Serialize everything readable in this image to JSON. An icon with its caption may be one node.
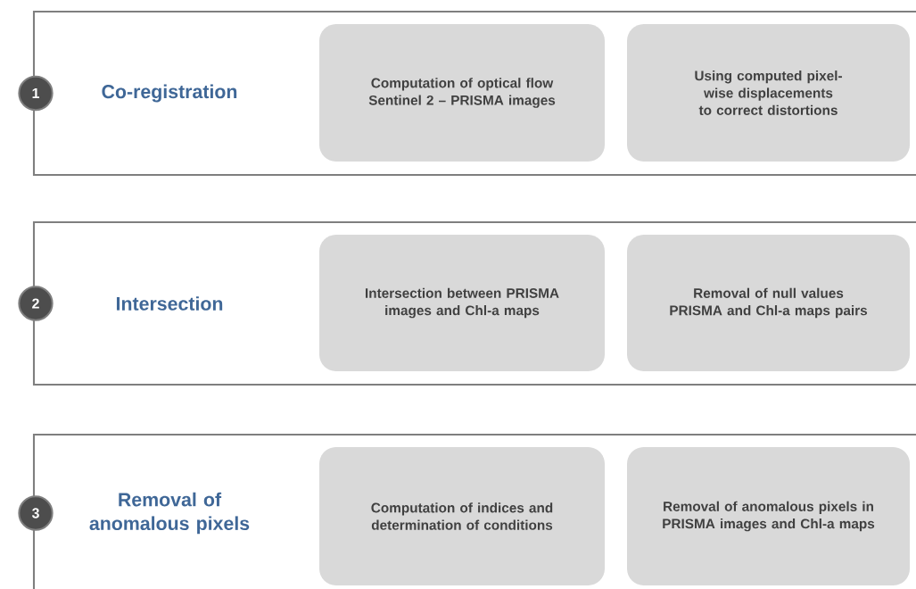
{
  "diagram": {
    "nodes": [
      {
        "text": [
          "Co-registration"
        ]
      },
      {
        "text": [
          "1"
        ]
      },
      {
        "text": [
          "Computation of optical flow Sentinel 2 – PRISMA images"
        ],
        "in": 0
      },
      {
        "text": [
          "Using computed pixel-wise displacements to correct distortions"
        ],
        "in": 0
      },
      {
        "text": [
          "Intersection"
        ]
      },
      {
        "text": [
          "2"
        ]
      },
      {
        "text": [
          "Intersection between PRISMA images and Chl-a maps"
        ],
        "in": 4
      },
      {
        "text": [
          "Removal of null values PRISMA and Chl-a maps pairs"
        ],
        "in": 4
      },
      {
        "text": [
          "Removal of anomalous pixels"
        ]
      },
      {
        "text": [
          "3"
        ]
      },
      {
        "text": [
          "Computation of indices and determination of conditions"
        ],
        "in": 8
      },
      {
        "text": [
          "Removal of anomalous pixels in PRISMA images and Chl-a maps"
        ],
        "in": 8
      }
    ]
  }
}
